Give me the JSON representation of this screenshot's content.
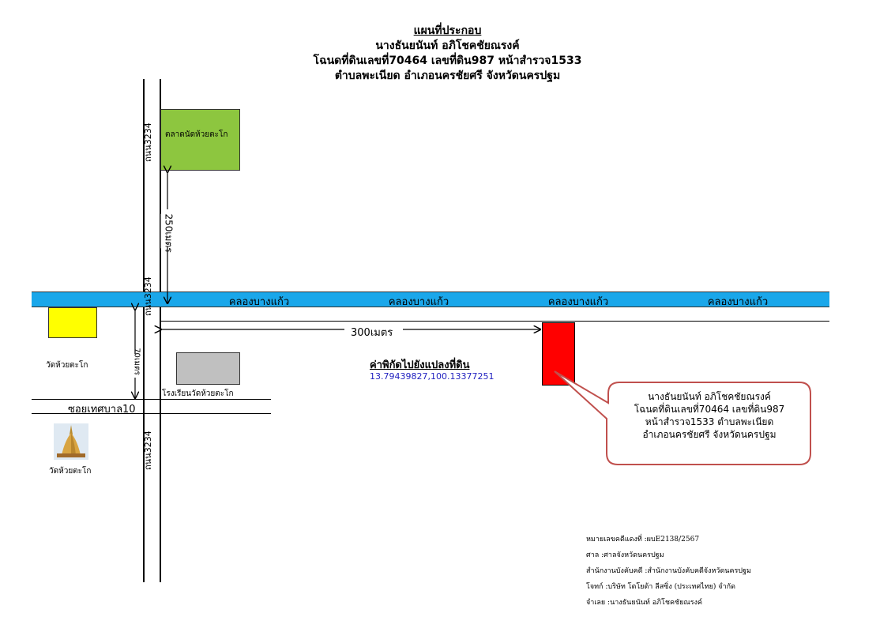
{
  "title": {
    "main": "แผนที่ประกอบ",
    "owner": "นางธันยนันท์ อภิโชคชัยณรงค์",
    "deed": "โฉนดที่ดินเลขที่70464 เลขที่ดิน987 หน้าสำรวจ1533",
    "location": "ตำบลพะเนียด อำเภอนครชัยศรี จังหวัดนครปฐม"
  },
  "roads": {
    "main_road": "ถนน3234",
    "soi": "ซอยเทศบาล10"
  },
  "canal": {
    "name": "คลองบางแก้ว",
    "color": "#1aa7ea"
  },
  "places": {
    "market": "ตลาดนัดห้วยตะโก",
    "temple": "วัดห้วยตะโก",
    "temple_photo_label": "วัดห้วยตะโก",
    "school": "โรงเรียนวัดห้วยตะโก"
  },
  "distances": {
    "market_to_canal": "250เมตร",
    "road_to_plot": "300เมตร",
    "canal_to_soi": "70เมตร"
  },
  "coordinates": {
    "title": "ค่าพิกัดไปยังแปลงที่ดิน",
    "value": "13.79439827,100.13377251"
  },
  "callout": {
    "line1": "นางธันยนันท์ อภิโชคชัยณรงค์",
    "line2": "โฉนดที่ดินเลขที่70464 เลขที่ดิน987",
    "line3": "หน้าสำรวจ1533 ตำบลพะเนียด",
    "line4": "อำเภอนครชัยศรี จังหวัดนครปฐม"
  },
  "footer": {
    "case_no": "หมายเลขคดีแดงที่ :ผบE2138/2567",
    "court": "ศาล :ศาลจังหวัดนครปฐม",
    "office": "สำนักงานบังคับคดี :สำนักงานบังคับคดีจังหวัดนครปฐม",
    "plaintiff": "โจทก์ :บริษัท โตโยต้า ลีสซิ่ง (ประเทศไทย) จำกัด",
    "defendant": "จำเลย :นางธันยนันท์ อภิโชคชัยณรงค์"
  },
  "colors": {
    "market": "#8dc63f",
    "temple": "#ffff00",
    "school": "#c0c0c0",
    "plot": "#ff0000",
    "coordinate_text": "#1f1fbf",
    "callout_border": "#c0504d"
  }
}
